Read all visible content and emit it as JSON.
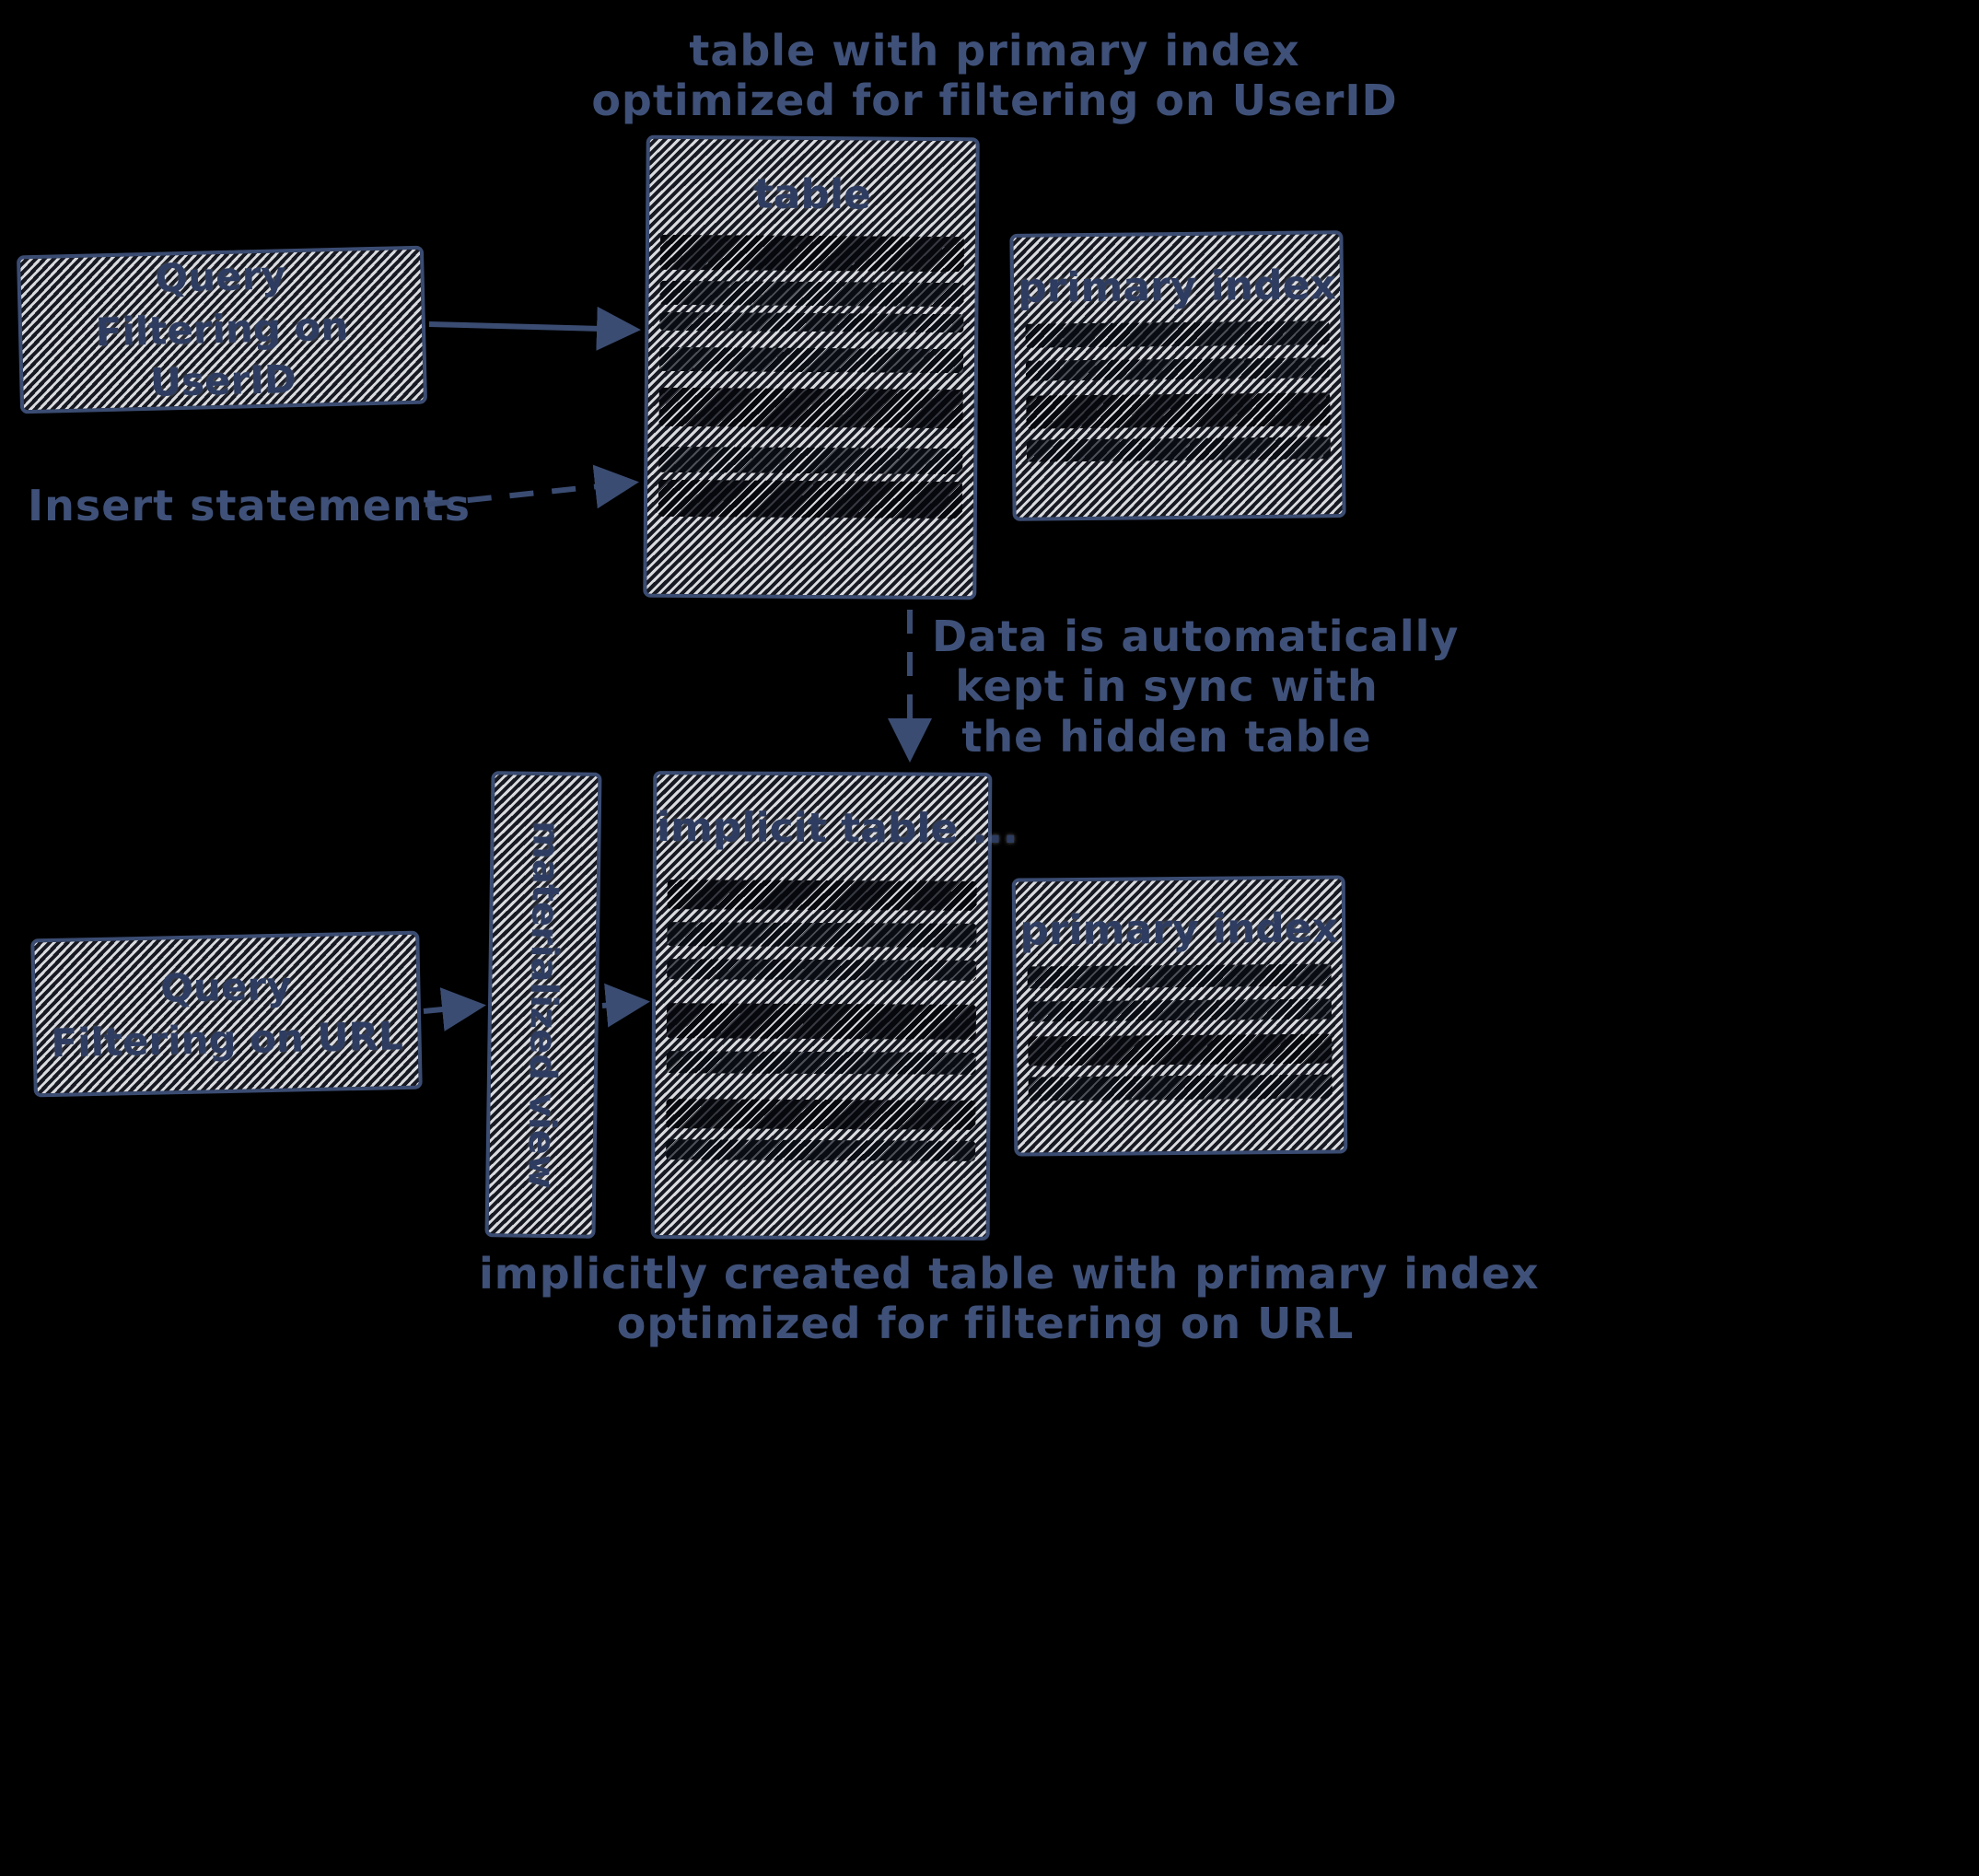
{
  "colors": {
    "background": "#000000",
    "stroke": "#3b4c72",
    "text": "#3f5179",
    "box_title": "#2d3c60",
    "hatch_light": "#d9dade",
    "row_dark": "#07080d"
  },
  "top": {
    "caption_line1": "table with primary index",
    "caption_line2": "optimized for filtering on UserID",
    "query_box": {
      "line1": "Query",
      "line2": "Filtering on UserID"
    },
    "table_box": {
      "title": "table"
    },
    "index_box": {
      "title": "primary index"
    },
    "insert_label": "Insert statements"
  },
  "sync_note": {
    "line1": "Data is automatically",
    "line2": "kept in sync with",
    "line3": "the hidden table"
  },
  "bottom": {
    "query_box": {
      "line1": "Query",
      "line2": "Filtering on URL"
    },
    "mv_box": {
      "title": "materialized view"
    },
    "table_box": {
      "title": "implicit table ..."
    },
    "index_box": {
      "title": "primary index"
    },
    "caption_line1": "implicitly created table with primary index",
    "caption_line2": "optimized for filtering on URL"
  }
}
